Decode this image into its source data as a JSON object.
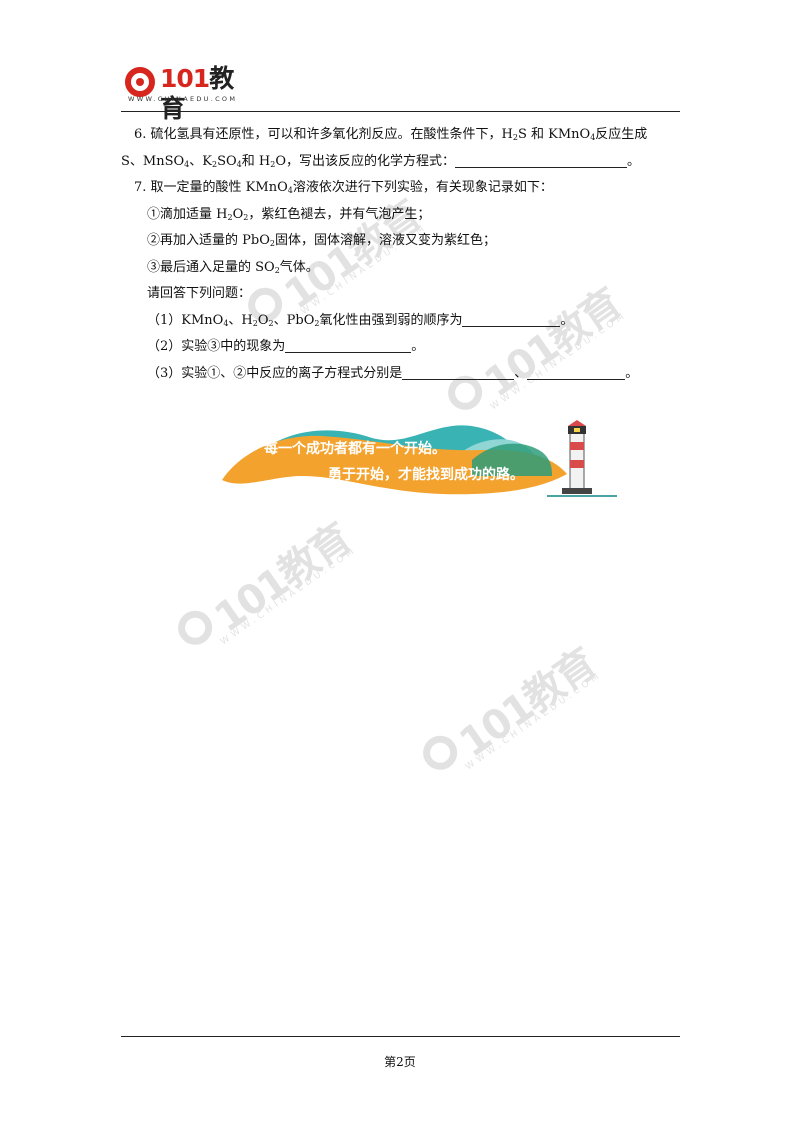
{
  "header": {
    "logo_number": "101",
    "logo_cn": "教育",
    "logo_url": "WWW.CHINAEDU.COM"
  },
  "questions": {
    "q6_line1_a": "6. 硫化氢具有还原性，可以和许多氧化剂反应。在酸性条件下，H",
    "q6_line1_b": "S 和 KMnO",
    "q6_line1_c": "反应生成",
    "q6_line2_a": "S、MnSO",
    "q6_line2_b": "、K",
    "q6_line2_c": "SO",
    "q6_line2_d": "和 H",
    "q6_line2_e": "O，写出该反应的化学方程式：",
    "q6_line2_end": "。",
    "q7_intro_a": "7. 取一定量的酸性 KMnO",
    "q7_intro_b": "溶液依次进行下列实验，有关现象记录如下：",
    "step1_a": "①滴加适量 H",
    "step1_b": "O",
    "step1_c": "，紫红色褪去，并有气泡产生；",
    "step2_a": "②再加入适量的 PbO",
    "step2_b": "固体，固体溶解，溶液又变为紫红色；",
    "step3_a": "③最后通入足量的 SO",
    "step3_b": "气体。",
    "prompt": "请回答下列问题：",
    "sub1_a": "（1）KMnO",
    "sub1_b": "、H",
    "sub1_c": "O",
    "sub1_d": "、PbO",
    "sub1_e": "氧化性由强到弱的顺序为",
    "sub1_end": "。",
    "sub2_a": "（2）实验③中的现象为",
    "sub2_end": "。",
    "sub3_a": "（3）实验①、②中反应的离子方程式分别是",
    "sub3_sep": "、",
    "sub3_end": "。",
    "subscripts": {
      "two": "2",
      "four": "4"
    }
  },
  "banner": {
    "line1": "每一个成功者都有一个开始。",
    "line2": "勇于开始，才能找到成功的路。",
    "colors": {
      "orange": "#f2a22d",
      "teal": "#39b3b3",
      "light_teal": "#8fd6d4",
      "green": "#2e9c7a"
    }
  },
  "watermark": {
    "text": "101教育",
    "url": "WWW.CHINAEDU.COM"
  },
  "footer": {
    "page_label": "第2页"
  }
}
